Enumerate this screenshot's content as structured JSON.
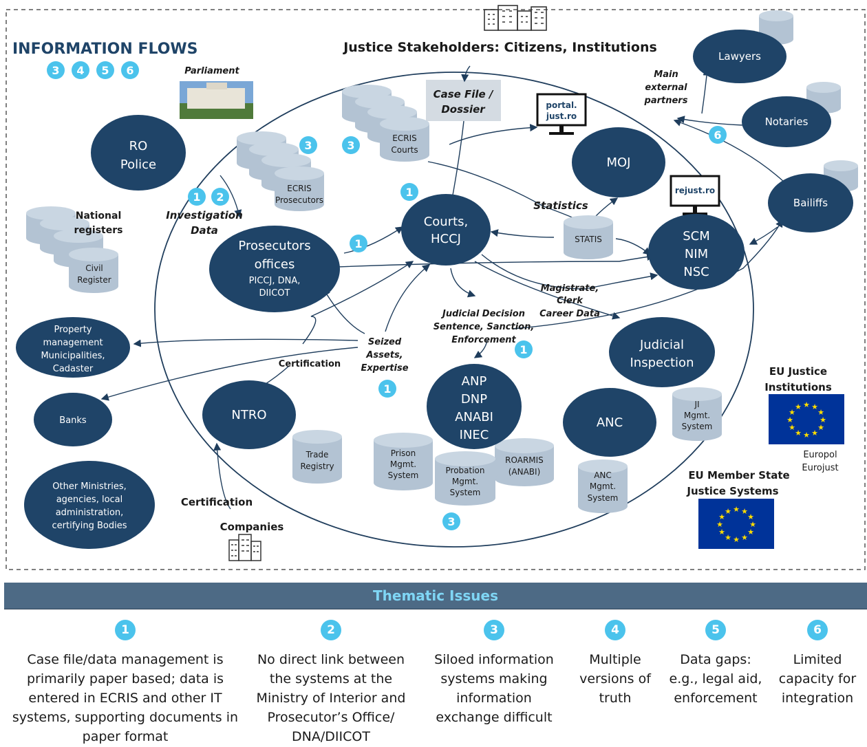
{
  "colors": {
    "node": "#1f4468",
    "accent": "#4bc3ec",
    "db": "#b3c3d3",
    "bar": "#4d6a85",
    "bar_text": "#7fd6f5",
    "eu_blue": "#003399",
    "eu_star": "#ffdd00"
  },
  "header": {
    "title": "INFORMATION FLOWS",
    "flow_numbers": [
      "3",
      "4",
      "5",
      "6"
    ],
    "stakeholders": "Justice Stakeholders: Citizens, Institutions"
  },
  "labels": {
    "parliament": "Parliament",
    "case_file": [
      "Case File /",
      "Dossier"
    ],
    "investigation": [
      "Investigation",
      "Data"
    ],
    "statistics": "Statistics",
    "main_partners": [
      "Main",
      "external",
      "partners"
    ],
    "magistrate": [
      "Magistrate,",
      "Clerk",
      "Career Data"
    ],
    "judicial_decision": [
      "Judicial Decision",
      "Sentence, Sanction,",
      "Enforcement"
    ],
    "seized": [
      "Seized",
      "Assets,",
      "Expertise"
    ],
    "certification": "Certification",
    "certification2": "Certification",
    "companies": "Companies",
    "national_registers": [
      "National",
      "registers"
    ],
    "eu_justice": [
      "EU Justice",
      "Institutions"
    ],
    "eu_member": [
      "EU Member State",
      "Justice Systems"
    ],
    "europol": [
      "Europol",
      "Eurojust"
    ],
    "portal": [
      "portal.",
      "just.ro"
    ],
    "rejust": "rejust.ro"
  },
  "nodes": {
    "ro_police": [
      "RO",
      "Police"
    ],
    "prosecutors": [
      "Prosecutors",
      "offices"
    ],
    "prosecutors_sub": [
      "PICCJ, DNA,",
      "DIICOT"
    ],
    "courts": [
      "Courts,",
      "HCCJ"
    ],
    "moj": "MOJ",
    "scm": [
      "SCM",
      "NIM",
      "NSC"
    ],
    "lawyers": "Lawyers",
    "notaries": "Notaries",
    "bailiffs": "Bailiffs",
    "judicial_inspection": [
      "Judicial",
      "Inspection"
    ],
    "anp": [
      "ANP",
      "DNP",
      "ANABI",
      "INEC"
    ],
    "anc": "ANC",
    "ntro": "NTRO",
    "banks": "Banks",
    "property": [
      "Property",
      "management",
      "Municipalities,",
      "Cadaster"
    ],
    "other": [
      "Other Ministries,",
      "agencies, local",
      "administration,",
      "certifying Bodies"
    ]
  },
  "databases": {
    "ecris_courts": [
      "ECRIS",
      "Courts"
    ],
    "ecris_prosecutors": [
      "ECRIS",
      "Prosecutors"
    ],
    "statis": "STATIS",
    "civil_register": [
      "Civil",
      "Register"
    ],
    "trade_registry": [
      "Trade",
      "Registry"
    ],
    "prison": [
      "Prison",
      "Mgmt.",
      "System"
    ],
    "probation": [
      "Probation",
      "Mgmt.",
      "System"
    ],
    "roarmis": [
      "ROARMIS",
      "(ANABI)"
    ],
    "anc_mgmt": [
      "ANC",
      "Mgmt.",
      "System"
    ],
    "ji_mgmt": [
      "JI",
      "Mgmt.",
      "System"
    ]
  },
  "badges": {
    "b1": "1",
    "b2": "2",
    "b3": "3"
  },
  "thematic": {
    "title": "Thematic Issues",
    "issues": [
      {
        "num": "1",
        "text": "Case file/data management is primarily paper based; data is entered in ECRIS and other IT systems, supporting documents in paper format"
      },
      {
        "num": "2",
        "text": "No direct link between the systems at the Ministry of Interior and Prosecutor’s Office/ DNA/DIICOT"
      },
      {
        "num": "3",
        "text": "Siloed information systems making information exchange difficult"
      },
      {
        "num": "4",
        "text": "Multiple versions of truth"
      },
      {
        "num": "5",
        "text": "Data gaps: e.g., legal aid, enforcement"
      },
      {
        "num": "6",
        "text": "Limited capacity for integration"
      }
    ]
  }
}
